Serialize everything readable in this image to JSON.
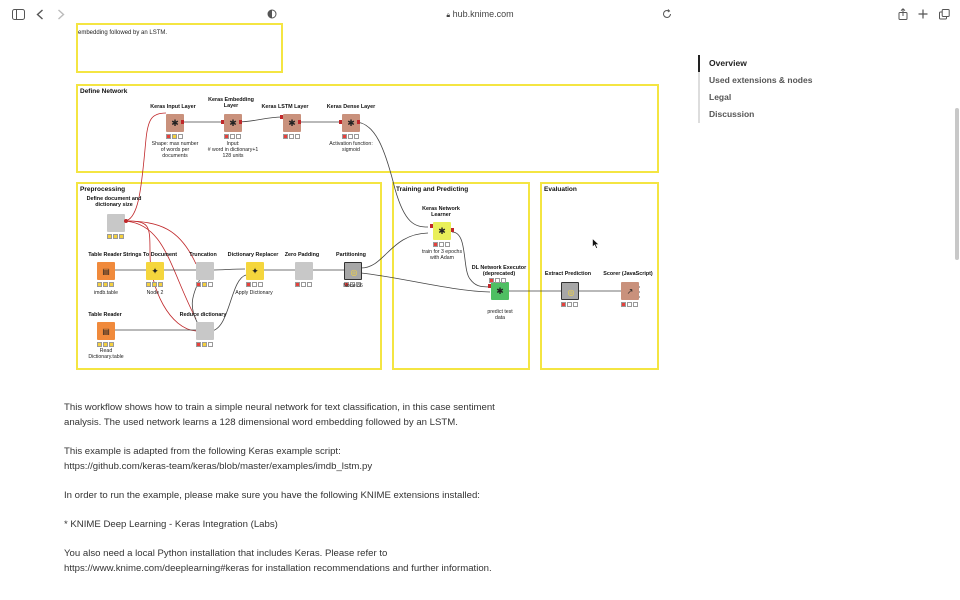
{
  "browser": {
    "url": "hub.knime.com"
  },
  "workflow": {
    "top_snippet": "embedding followed by an LSTM.",
    "groups": [
      {
        "id": "define",
        "title": "Define Network"
      },
      {
        "id": "pre",
        "title": "Preprocessing"
      },
      {
        "id": "train",
        "title": "Training and Predicting"
      },
      {
        "id": "eval",
        "title": "Evaluation"
      }
    ],
    "nodes": {
      "keras_input": {
        "label": "Keras Input Layer",
        "desc": "Shape: max number\nof words per\ndocuments"
      },
      "keras_embed": {
        "label": "Keras Embedding\nLayer",
        "desc": "Input:\n# word in dictionary+1\n128 units"
      },
      "keras_lstm": {
        "label": "Keras LSTM Layer",
        "desc": ""
      },
      "keras_dense": {
        "label": "Keras Dense Layer",
        "desc": "Activation function:\nsigmoid"
      },
      "define_doc": {
        "label": "Define document and\ndictionary size",
        "desc": ""
      },
      "table_reader1": {
        "label": "Table Reader",
        "desc": "imdb.table"
      },
      "strings_doc": {
        "label": "Strings To Document",
        "desc": "Node 2"
      },
      "truncation": {
        "label": "Truncation",
        "desc": ""
      },
      "dict_replacer": {
        "label": "Dictionary Replacer",
        "desc": "Apply Dictionary"
      },
      "zero_padding": {
        "label": "Zero Padding",
        "desc": ""
      },
      "partitioning": {
        "label": "Partitioning",
        "desc": "Node 86"
      },
      "table_reader2": {
        "label": "Table Reader",
        "desc": "Read\nDictionary.table"
      },
      "reduce_dict": {
        "label": "Reduce dictionary",
        "desc": ""
      },
      "net_learner": {
        "label": "Keras Network\nLearner",
        "desc": "train for 3 epochs\nwith Adam"
      },
      "dl_executor": {
        "label": "DL Network Executor\n(deprecated)",
        "desc": "predict test\ndata"
      },
      "extract_pred": {
        "label": "Extract Prediction",
        "desc": ""
      },
      "scorer": {
        "label": "Scorer (JavaScript)",
        "desc": ""
      }
    }
  },
  "toc": {
    "items": [
      "Overview",
      "Used extensions & nodes",
      "Legal",
      "Discussion"
    ]
  },
  "description": {
    "p1a": "This workflow shows how to train a simple neural network for text classification, in this case sentiment",
    "p1b": "analysis. The used network learns a 128 dimensional word embedding followed by an LSTM.",
    "p2a": "This example is adapted from the following Keras example script:",
    "p2b": "https://github.com/keras-team/keras/blob/master/examples/imdb_lstm.py",
    "p3": "In order to run the example, please make sure you have the following KNIME extensions installed:",
    "p4": "* KNIME Deep Learning - Keras Integration (Labs)",
    "p5a": "You also need a local Python installation that includes Keras. Please refer to",
    "p5b": "https://www.knime.com/deeplearning#keras for installation recommendations and further information."
  },
  "colors": {
    "group_border": "#f4e542",
    "keras_node": "#c9917c",
    "reader_node": "#f08a3c",
    "manipulator_node": "#f5d63d",
    "learner_node": "#e9ef59",
    "predictor_node": "#4fbf63",
    "generic_node": "#c8c8c8",
    "link_red": "#c0282b",
    "link_dark": "#444444"
  }
}
